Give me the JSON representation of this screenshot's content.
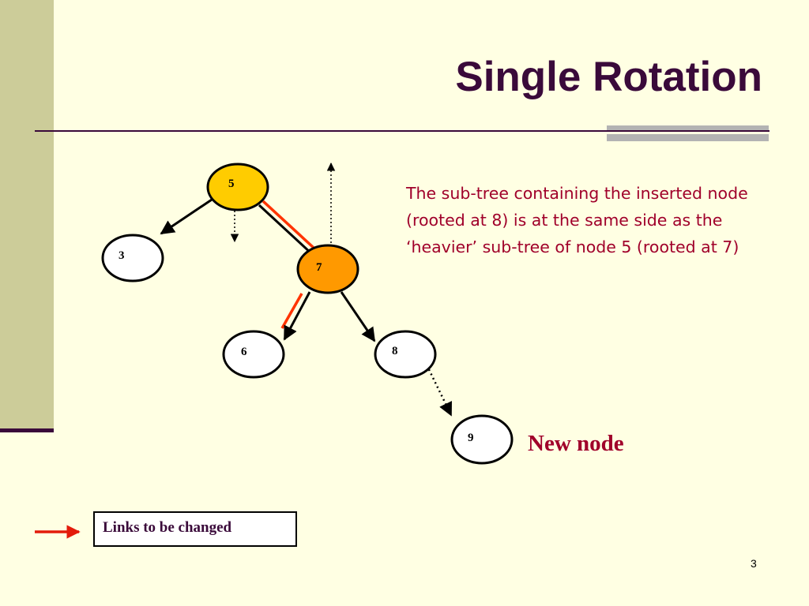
{
  "slide": {
    "title": "Single Rotation",
    "description": "The sub-tree containing the inserted node (rooted at 8) is at the same side as the ‘heavier’ sub-tree of node 5 (rooted at 7)",
    "new_node_label": "New node",
    "legend_label": "Links to be changed",
    "page_number": "3"
  },
  "tree": {
    "nodes": [
      {
        "id": "n5",
        "label": "5",
        "fill": "#FFCC00"
      },
      {
        "id": "n3",
        "label": "3",
        "fill": "#FFFFFF"
      },
      {
        "id": "n7",
        "label": "7",
        "fill": "#FF9900"
      },
      {
        "id": "n6",
        "label": "6",
        "fill": "#FFFFFF"
      },
      {
        "id": "n8",
        "label": "8",
        "fill": "#FFFFFF"
      },
      {
        "id": "n9",
        "label": "9",
        "fill": "#FFFFFF"
      }
    ],
    "edges": [
      {
        "from": "5",
        "to": "3"
      },
      {
        "from": "5",
        "to": "7",
        "to_be_changed": true
      },
      {
        "from": "7",
        "to": "6",
        "to_be_changed": true
      },
      {
        "from": "7",
        "to": "8"
      },
      {
        "from": "8",
        "to": "9",
        "style": "dotted",
        "note": "inserted"
      }
    ]
  },
  "colors": {
    "background": "#FFFFE3",
    "title": "#3A0A3A",
    "text_accent": "#A0002A",
    "change_link": "#FF3300",
    "legend_arrow": "#E31B0B"
  }
}
